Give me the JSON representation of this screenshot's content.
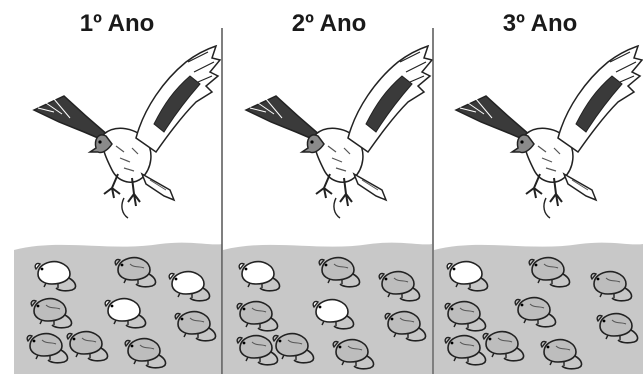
{
  "panels": [
    {
      "title": "1º Ano",
      "white_mice": 3,
      "dark_mice": 6
    },
    {
      "title": "2º Ano",
      "white_mice": 2,
      "dark_mice": 7
    },
    {
      "title": "3º Ano",
      "white_mice": 1,
      "dark_mice": 8
    }
  ],
  "colors": {
    "ground": "#c8c8c8",
    "divider": "#555555",
    "bird_dark": "#3a3a3a",
    "bird_light": "#ffffff",
    "mouse_dark_fill": "#bdbdbd",
    "mouse_white_fill": "#ffffff",
    "outline": "#222222"
  }
}
